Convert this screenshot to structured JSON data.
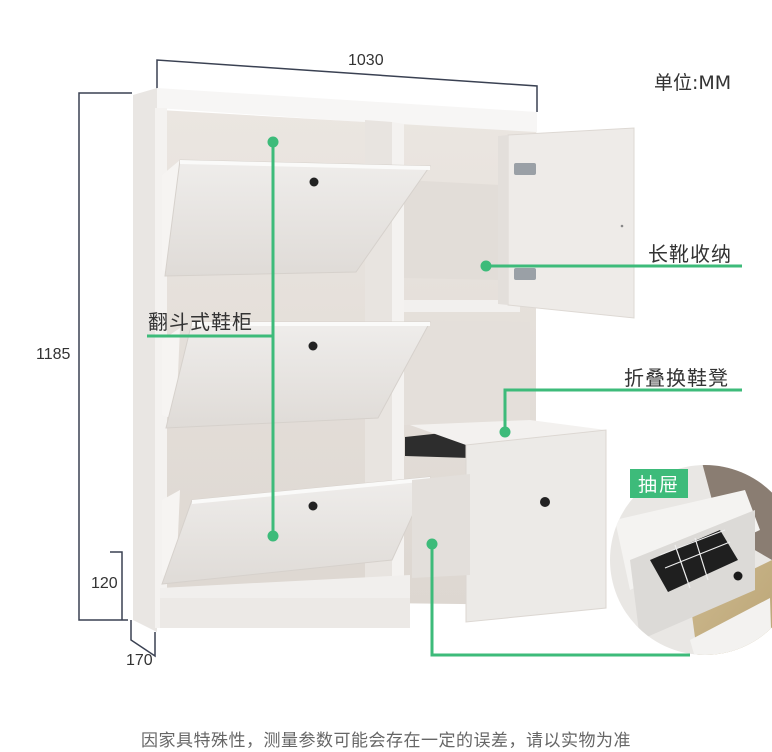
{
  "unit_label": "单位:MM",
  "dimensions": {
    "width": "1030",
    "height": "1185",
    "base_height": "120",
    "depth": "170"
  },
  "callouts": {
    "flip_cabinet": "翻斗式鞋柜",
    "boot_storage": "长靴收纳",
    "folding_stool": "折叠换鞋凳",
    "drawer_badge": "抽屉"
  },
  "footer_note": "因家具特殊性，测量参数可能会存在一定的误差，请以实物为准",
  "colors": {
    "accent_green": "#3dbb7a",
    "dimension_line": "#3a4152",
    "cabinet_white": "#f2f0ee"
  }
}
